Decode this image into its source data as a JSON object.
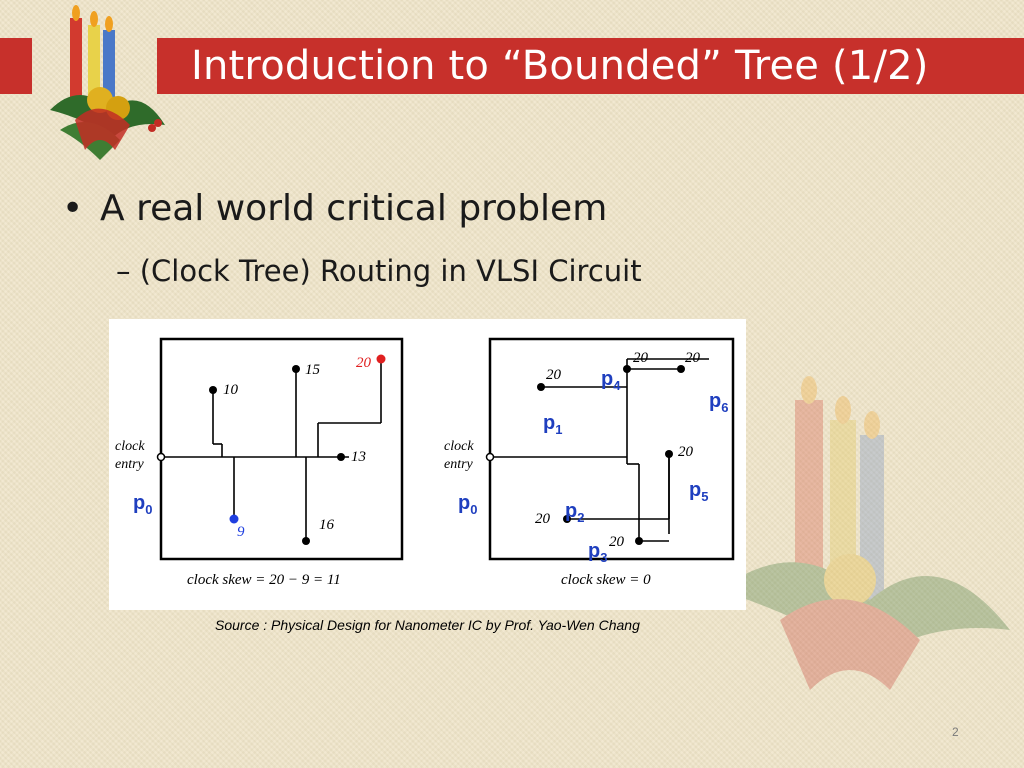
{
  "title": "Introduction to “Bounded” Tree (1/2)",
  "bullets": [
    {
      "marker": "•",
      "text": "A real world critical problem"
    },
    {
      "marker": "–",
      "text": "(Clock Tree) Routing in VLSI Circuit"
    }
  ],
  "figure": {
    "left_panel": {
      "entry_label_1": "clock",
      "entry_label_2": "entry",
      "source_label": "p",
      "source_sub": "0",
      "sinks": [
        "10",
        "15",
        "20",
        "13",
        "9",
        "16"
      ],
      "skew_caption": "clock skew = 20 − 9 = 11"
    },
    "right_panel": {
      "entry_label_1": "clock",
      "entry_label_2": "entry",
      "source_label": "p",
      "source_sub": "0",
      "sinks": [
        "20",
        "20",
        "20",
        "20",
        "20",
        "20"
      ],
      "points": [
        {
          "label": "p",
          "sub": "1"
        },
        {
          "label": "p",
          "sub": "2"
        },
        {
          "label": "p",
          "sub": "3"
        },
        {
          "label": "p",
          "sub": "4"
        },
        {
          "label": "p",
          "sub": "5"
        },
        {
          "label": "p",
          "sub": "6"
        }
      ],
      "skew_caption": "clock skew = 0"
    }
  },
  "source_note": "Source : Physical Design for Nanometer IC by Prof. Yao-Wen Chang",
  "page_number": "2",
  "colors": {
    "title_bar": "#c7302b",
    "point_label": "#1f3fbf",
    "highlight_red": "#e02020",
    "highlight_blue": "#1f3fe0"
  }
}
